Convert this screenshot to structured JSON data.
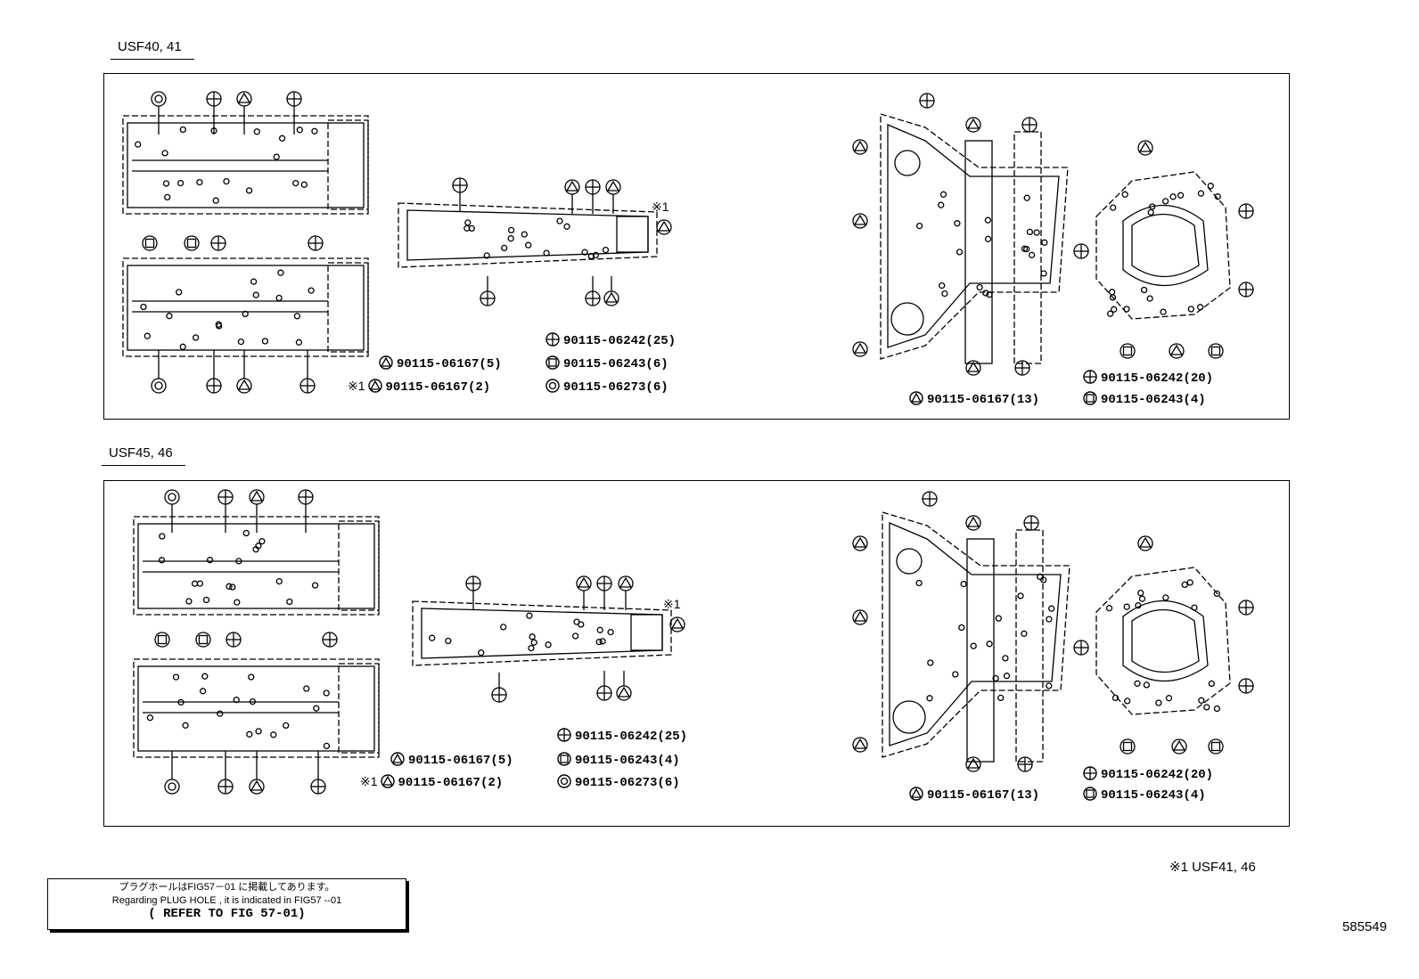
{
  "sections": [
    {
      "label": "USF40, 41",
      "legend_left": [
        {
          "icon": "triangle-circle-icon",
          "prefix": "",
          "part": "90115-06167(5)"
        },
        {
          "icon": "triangle-circle-icon",
          "prefix": "※1",
          "part": "90115-06167(2)"
        }
      ],
      "legend_mid": [
        {
          "icon": "cross-circle-icon",
          "part": "90115-06242(25)"
        },
        {
          "icon": "square-circle-icon",
          "part": "90115-06243(6)"
        },
        {
          "icon": "double-circle-icon",
          "part": "90115-06273(6)"
        }
      ],
      "legend_right": [
        {
          "icon": "cross-circle-icon",
          "part": "90115-06242(20)"
        },
        {
          "icon": "square-circle-icon",
          "part": "90115-06243(4)"
        }
      ],
      "legend_right_extra": {
        "icon": "triangle-circle-icon",
        "part": "90115-06167(13)"
      },
      "note_mark": "※1"
    },
    {
      "label": "USF45, 46",
      "legend_left": [
        {
          "icon": "triangle-circle-icon",
          "prefix": "",
          "part": "90115-06167(5)"
        },
        {
          "icon": "triangle-circle-icon",
          "prefix": "※1",
          "part": "90115-06167(2)"
        }
      ],
      "legend_mid": [
        {
          "icon": "cross-circle-icon",
          "part": "90115-06242(25)"
        },
        {
          "icon": "square-circle-icon",
          "part": "90115-06243(4)"
        },
        {
          "icon": "double-circle-icon",
          "part": "90115-06273(6)"
        }
      ],
      "legend_right": [
        {
          "icon": "cross-circle-icon",
          "part": "90115-06242(20)"
        },
        {
          "icon": "square-circle-icon",
          "part": "90115-06243(4)"
        }
      ],
      "legend_right_extra": {
        "icon": "triangle-circle-icon",
        "part": "90115-06167(13)"
      },
      "note_mark": "※1"
    }
  ],
  "footnote": "※1 USF41, 46",
  "reference": {
    "line1": "プラグホールはFIG57－01 に掲載してあります。",
    "line2": "Regarding PLUG HOLE , it is indicated in FIG57 ‑‑01",
    "line3": "( REFER TO FIG 57-01)"
  },
  "doc_number": "585549"
}
